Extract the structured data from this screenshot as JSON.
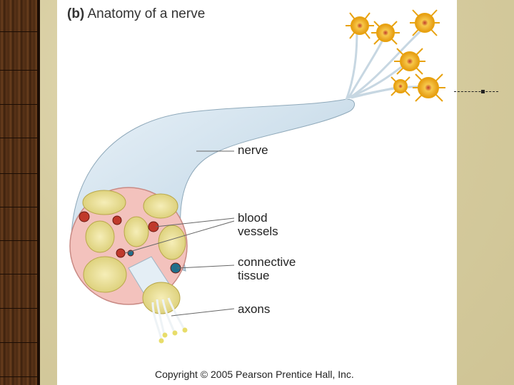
{
  "title": {
    "prefix": "(b)",
    "text": "Anatomy of a nerve"
  },
  "labels": {
    "nerve": "nerve",
    "blood_line1": "blood",
    "blood_line2": "vessels",
    "connective_line1": "connective",
    "connective_line2": "tissue",
    "axons": "axons"
  },
  "copyright": "Copyright © 2005 Pearson Prentice Hall, Inc.",
  "colors": {
    "nerve_sheath": "#cfe0ec",
    "fascicle": "#efe7a8",
    "connective": "#f3c2bd",
    "artery": "#c0392b",
    "vein": "#1f6f8b",
    "neuron": "#f2b320",
    "wood": "#4a2a12",
    "parchment": "#d6cc9f"
  },
  "icons": [
    "neuron-cell-icon",
    "fascicle-icon",
    "blood-vessel-icon"
  ]
}
